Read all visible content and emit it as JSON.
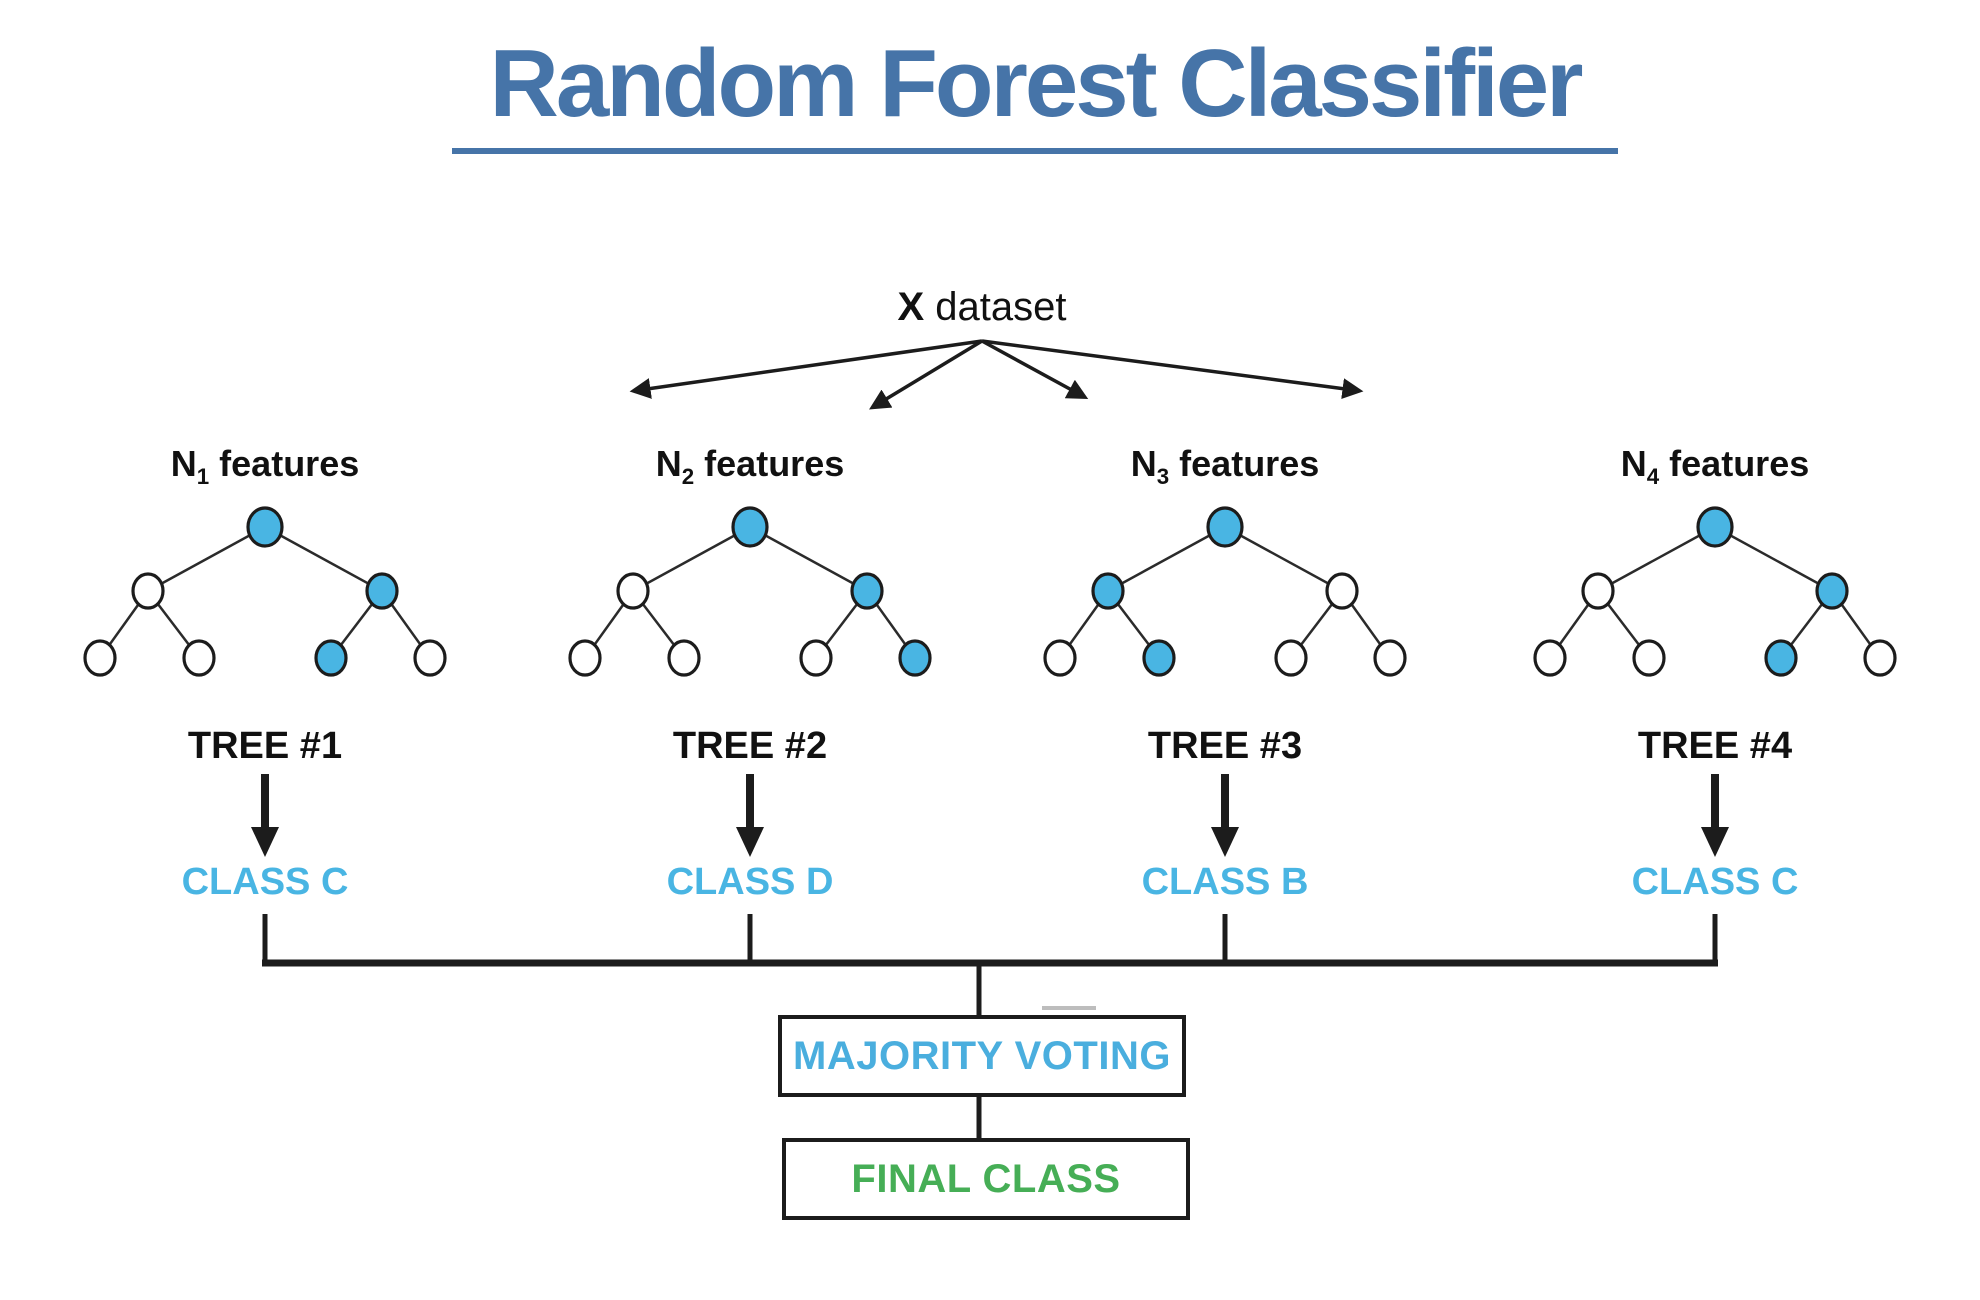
{
  "title": {
    "text": "Random Forest Classifier"
  },
  "dataset": {
    "bold": "X",
    "rest": "dataset"
  },
  "trees": [
    {
      "features": {
        "prefix": "N",
        "sub": "1",
        "suffix": "features"
      },
      "tree_label": "TREE #1",
      "class_label": "CLASS C",
      "fills": {
        "root": "#49b5e3",
        "l": "#ffffff",
        "r": "#49b5e3",
        "ll": "#ffffff",
        "lr": "#ffffff",
        "rl": "#49b5e3",
        "rr": "#ffffff"
      }
    },
    {
      "features": {
        "prefix": "N",
        "sub": "2",
        "suffix": "features"
      },
      "tree_label": "TREE #2",
      "class_label": "CLASS D",
      "fills": {
        "root": "#49b5e3",
        "l": "#ffffff",
        "r": "#49b5e3",
        "ll": "#ffffff",
        "lr": "#ffffff",
        "rl": "#ffffff",
        "rr": "#49b5e3"
      }
    },
    {
      "features": {
        "prefix": "N",
        "sub": "3",
        "suffix": "features"
      },
      "tree_label": "TREE #3",
      "class_label": "CLASS B",
      "fills": {
        "root": "#49b5e3",
        "l": "#49b5e3",
        "r": "#ffffff",
        "ll": "#ffffff",
        "lr": "#49b5e3",
        "rl": "#ffffff",
        "rr": "#ffffff"
      }
    },
    {
      "features": {
        "prefix": "N",
        "sub": "4",
        "suffix": "features"
      },
      "tree_label": "TREE #4",
      "class_label": "CLASS C",
      "fills": {
        "root": "#49b5e3",
        "l": "#ffffff",
        "r": "#49b5e3",
        "ll": "#ffffff",
        "lr": "#ffffff",
        "rl": "#49b5e3",
        "rr": "#ffffff"
      }
    }
  ],
  "voting": {
    "majority_label": "MAJORITY VOTING",
    "final_label": "FINAL CLASS"
  },
  "colors": {
    "title_blue": "#4674a8",
    "class_blue": "#49b5e3",
    "node_blue": "#49b5e3",
    "node_white": "#ffffff",
    "majority_blue": "#4aaede",
    "final_green": "#46ae56",
    "line_black": "#1c1c1c"
  }
}
